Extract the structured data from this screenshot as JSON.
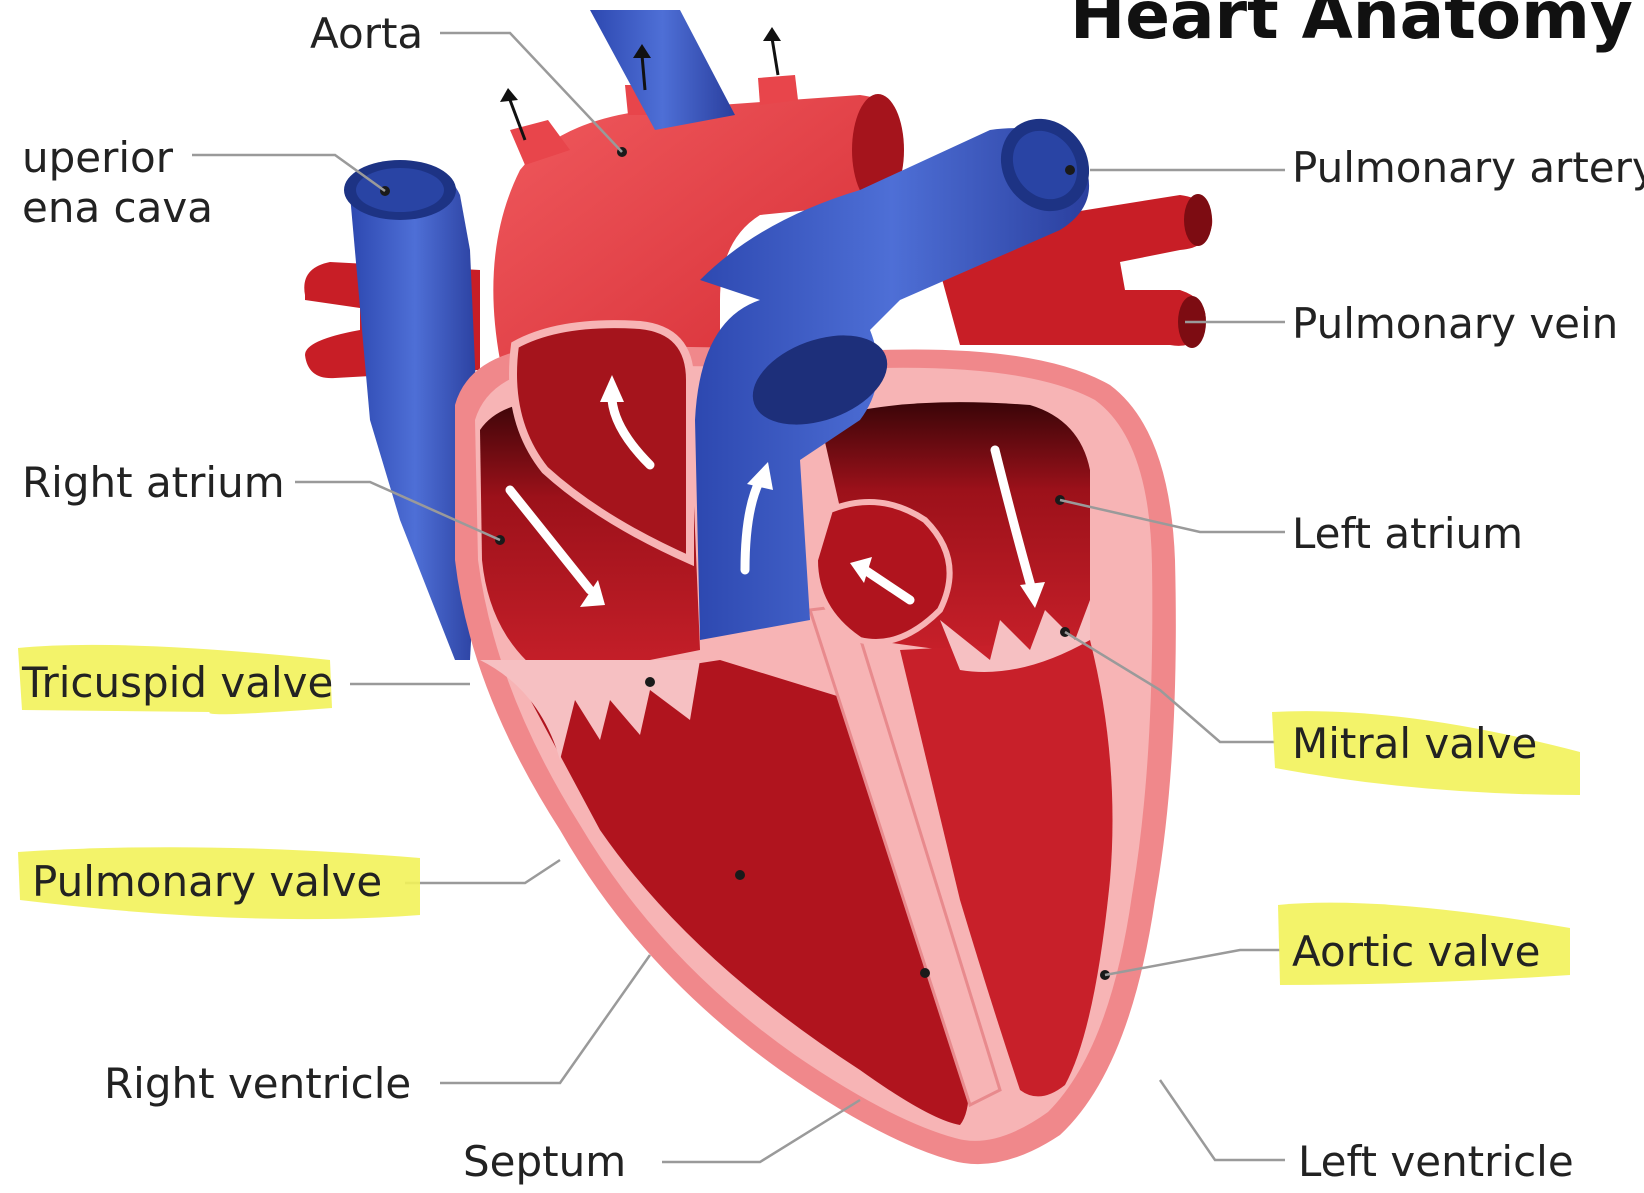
{
  "title": "Heart Anatomy",
  "labels": {
    "aorta": "Aorta",
    "superior_vena_cava_line1": "uperior",
    "superior_vena_cava_line2": "ena cava",
    "right_atrium": "Right atrium",
    "tricuspid_valve": "Tricuspid valve",
    "pulmonary_valve": "Pulmonary valve",
    "right_ventricle": "Right ventricle",
    "septum": "Septum",
    "pulmonary_artery": "Pulmonary artery",
    "pulmonary_vein": "Pulmonary vein",
    "left_atrium": "Left atrium",
    "mitral_valve": "Mitral valve",
    "aortic_valve": "Aortic valve",
    "left_ventricle": "Left ventricle"
  },
  "highlighted_labels": [
    "tricuspid_valve",
    "pulmonary_valve",
    "mitral_valve",
    "aortic_valve"
  ],
  "colors": {
    "highlight": "#f2f25a",
    "oxygenated": "#e0303a",
    "deoxygenated": "#3f5fc4",
    "heart_wall": "#f08a8c",
    "chamber": "#a0121c"
  }
}
